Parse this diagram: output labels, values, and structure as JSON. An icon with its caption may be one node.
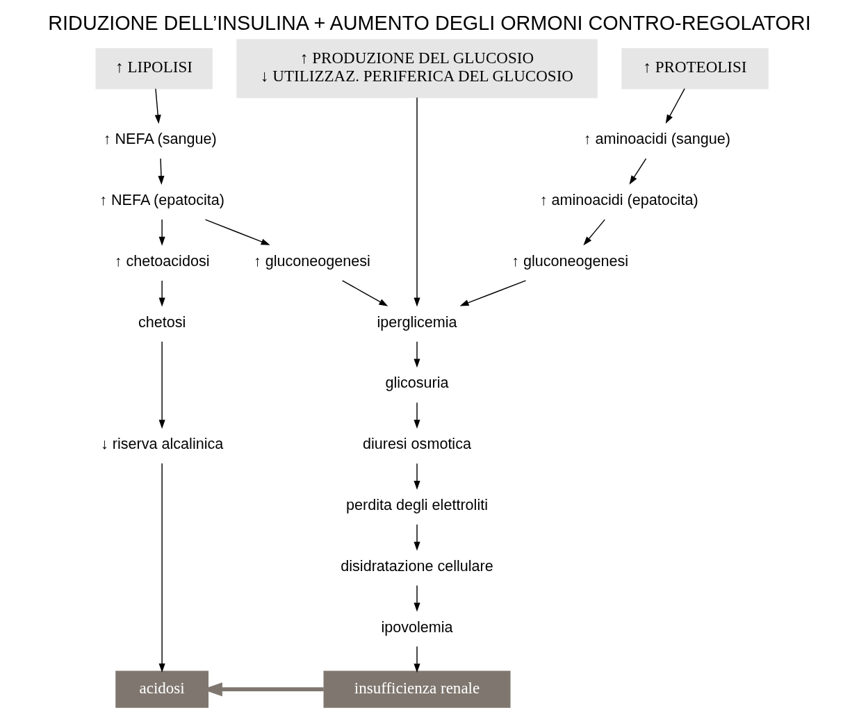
{
  "diagram": {
    "title": "RIDUZIONE DELL’INSULINA + AUMENTO DEGLI ORMONI CONTRO-REGOLATORI",
    "nodes": [
      {
        "text": [
          "↑ LIPOLISI"
        ]
      },
      {
        "text": [
          "↑ PRODUZIONE DEL GLUCOSIO",
          "↓ UTILIZZAZ. PERIFERICA DEL GLUCOSIO"
        ]
      },
      {
        "text": [
          "↑ PROTEOLISI"
        ]
      },
      {
        "text": [
          "↑ NEFA (sangue)"
        ]
      },
      {
        "text": [
          "↑ NEFA (epatocita)"
        ]
      },
      {
        "text": [
          "↑ gluconeogenesi"
        ]
      },
      {
        "text": [
          "iperglicemia"
        ]
      },
      {
        "text": [
          "↑ aminoacidi (sangue)"
        ]
      },
      {
        "text": [
          "glicosuria"
        ]
      },
      {
        "text": [
          "↑ aminoacidi (epatocita)"
        ]
      },
      {
        "text": [
          "diuresi osmotica"
        ]
      },
      {
        "text": [
          "perdita degli elettroliti"
        ]
      },
      {
        "text": [
          "↑ gluconeogenesi"
        ]
      },
      {
        "text": [
          "↑ chetoacidosi"
        ]
      },
      {
        "text": [
          "chetosi"
        ]
      },
      {
        "text": [
          "disidratazione cellulare"
        ]
      },
      {
        "text": [
          "↓ riserva alcalinica"
        ]
      },
      {
        "text": [
          "ipovolemia"
        ]
      },
      {
        "text": [
          "acidosi"
        ]
      },
      {
        "text": [
          "insufficienza renale"
        ]
      }
    ],
    "edges": [
      {
        "from": 0,
        "to": 3,
        "arrow": "to"
      },
      {
        "from": 3,
        "to": 4,
        "arrow": "to"
      },
      {
        "from": 4,
        "to": 5,
        "arrow": "to"
      },
      {
        "from": 4,
        "to": 13,
        "arrow": "to"
      },
      {
        "from": 5,
        "to": 6,
        "arrow": "to"
      },
      {
        "from": 1,
        "to": 6,
        "arrow": "to"
      },
      {
        "from": 2,
        "to": 7,
        "arrow": "to"
      },
      {
        "from": 7,
        "to": 9,
        "arrow": "to"
      },
      {
        "from": 9,
        "to": 12,
        "arrow": "to"
      },
      {
        "from": 12,
        "to": 6,
        "arrow": "to"
      },
      {
        "from": 6,
        "to": 8,
        "arrow": "to"
      },
      {
        "from": 8,
        "to": 10,
        "arrow": "to"
      },
      {
        "from": 10,
        "to": 11,
        "arrow": "to"
      },
      {
        "from": 11,
        "to": 15,
        "arrow": "to"
      },
      {
        "from": 15,
        "to": 17,
        "arrow": "to"
      },
      {
        "from": 17,
        "to": 19,
        "arrow": "to"
      },
      {
        "from": 13,
        "to": 14,
        "arrow": "to"
      },
      {
        "from": 14,
        "to": 16,
        "arrow": "to"
      },
      {
        "from": 16,
        "to": 18,
        "arrow": "to"
      },
      {
        "from": 19,
        "to": 18,
        "arrow": "to",
        "style": "thick",
        "color": "#7f776f"
      }
    ]
  }
}
